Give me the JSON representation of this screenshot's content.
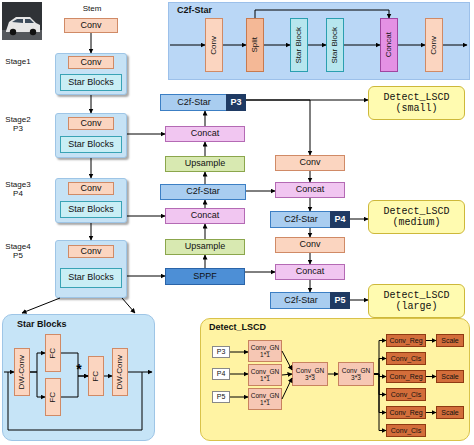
{
  "diagram": {
    "nodes": [
      {
        "text": [
          "Stem",
          "Conv"
        ]
      },
      {
        "text": [
          "Stage1"
        ]
      },
      {
        "text": [
          "Conv"
        ],
        "in": 1
      },
      {
        "text": [
          "Star Blocks"
        ],
        "in": 1
      },
      {
        "text": [
          "Stage2 P3"
        ]
      },
      {
        "text": [
          "Conv"
        ],
        "in": 4
      },
      {
        "text": [
          "Star Blocks"
        ],
        "in": 4
      },
      {
        "text": [
          "Stage3 P4"
        ]
      },
      {
        "text": [
          "Conv"
        ],
        "in": 7
      },
      {
        "text": [
          "Star Blocks"
        ],
        "in": 7
      },
      {
        "text": [
          "Stage4 P5"
        ]
      },
      {
        "text": [
          "Conv"
        ],
        "in": 10
      },
      {
        "text": [
          "Star Blocks"
        ],
        "in": 10
      },
      {
        "text": [
          "C2f-Star"
        ]
      },
      {
        "text": [
          "Conv"
        ],
        "in": 13
      },
      {
        "text": [
          "Split"
        ],
        "in": 13
      },
      {
        "text": [
          "Star Block"
        ],
        "in": 13
      },
      {
        "text": [
          "Star Block"
        ],
        "in": 13
      },
      {
        "text": [
          "Concat"
        ],
        "in": 13
      },
      {
        "text": [
          "Conv"
        ],
        "in": 13
      },
      {
        "text": [
          "C2f-Star"
        ]
      },
      {
        "text": [
          "P3"
        ],
        "in": 20
      },
      {
        "text": [
          "Concat"
        ]
      },
      {
        "text": [
          "Upsample"
        ]
      },
      {
        "text": [
          "C2f-Star"
        ]
      },
      {
        "text": [
          "Concat"
        ]
      },
      {
        "text": [
          "Upsample"
        ]
      },
      {
        "text": [
          "SPPF"
        ]
      },
      {
        "text": [
          "Conv"
        ]
      },
      {
        "text": [
          "Concat"
        ]
      },
      {
        "text": [
          "C2f-Star"
        ]
      },
      {
        "text": [
          "P4"
        ],
        "in": 30
      },
      {
        "text": [
          "Conv"
        ]
      },
      {
        "text": [
          "Concat"
        ]
      },
      {
        "text": [
          "C2f-Star"
        ]
      },
      {
        "text": [
          "P5"
        ],
        "in": 34
      },
      {
        "text": [
          "Detect_LSCD (small)"
        ]
      },
      {
        "text": [
          "Detect_LSCD (medium)"
        ]
      },
      {
        "text": [
          "Detect_LSCD (large)"
        ]
      },
      {
        "text": [
          "Star Blocks"
        ]
      },
      {
        "text": [
          "DW-Conv"
        ],
        "in": 39
      },
      {
        "text": [
          "FC"
        ],
        "in": 39
      },
      {
        "text": [
          "FC"
        ],
        "in": 39
      },
      {
        "text": [
          "FC"
        ],
        "in": 39
      },
      {
        "text": [
          "DW-Conv"
        ],
        "in": 39
      },
      {
        "text": [
          "Detect_LSCD"
        ]
      },
      {
        "text": [
          "P3"
        ],
        "in": 45
      },
      {
        "text": [
          "P4"
        ],
        "in": 45
      },
      {
        "text": [
          "P5"
        ],
        "in": 45
      },
      {
        "text": [
          "Conv_GN 1*1"
        ],
        "in": 45
      },
      {
        "text": [
          "Conv_GN 1*1"
        ],
        "in": 45
      },
      {
        "text": [
          "Conv_GN 1*1"
        ],
        "in": 45
      },
      {
        "text": [
          "Conv_GN 3*3"
        ],
        "in": 45
      },
      {
        "text": [
          "Conv_GN 3*3"
        ],
        "in": 45
      },
      {
        "text": [
          "Conv_Reg"
        ],
        "in": 45
      },
      {
        "text": [
          "Scale"
        ],
        "in": 45
      },
      {
        "text": [
          "Conv_Cls"
        ],
        "in": 45
      },
      {
        "text": [
          "Conv_Reg"
        ],
        "in": 45
      },
      {
        "text": [
          "Scale"
        ],
        "in": 45
      },
      {
        "text": [
          "Conv_Cls"
        ],
        "in": 45
      },
      {
        "text": [
          "Conv_Reg"
        ],
        "in": 45
      },
      {
        "text": [
          "Scale"
        ],
        "in": 45
      },
      {
        "text": [
          "Conv_Cls"
        ],
        "in": 45
      }
    ],
    "edges": [
      {
        "from": 0,
        "to": 1,
        "arrow": "to"
      },
      {
        "from": 1,
        "to": 4,
        "arrow": "to"
      },
      {
        "from": 4,
        "to": 7,
        "arrow": "to"
      },
      {
        "from": 7,
        "to": 10,
        "arrow": "to"
      },
      {
        "from": 4,
        "to": 22,
        "arrow": "to"
      },
      {
        "from": 7,
        "to": 25,
        "arrow": "to"
      },
      {
        "from": 10,
        "to": 27,
        "arrow": "to"
      },
      {
        "from": 27,
        "to": 26,
        "arrow": "to"
      },
      {
        "from": 26,
        "to": 25,
        "arrow": "to"
      },
      {
        "from": 25,
        "to": 24,
        "arrow": "to"
      },
      {
        "from": 24,
        "to": 23,
        "arrow": "to"
      },
      {
        "from": 23,
        "to": 22,
        "arrow": "to"
      },
      {
        "from": 22,
        "to": 20,
        "arrow": "to"
      },
      {
        "from": 20,
        "to": 36,
        "arrow": "to"
      },
      {
        "from": 20,
        "to": 28,
        "arrow": "to"
      },
      {
        "from": 24,
        "to": 29,
        "arrow": "to"
      },
      {
        "from": 28,
        "to": 29,
        "arrow": "to"
      },
      {
        "from": 29,
        "to": 30,
        "arrow": "to"
      },
      {
        "from": 30,
        "to": 37,
        "arrow": "to"
      },
      {
        "from": 30,
        "to": 32,
        "arrow": "to"
      },
      {
        "from": 32,
        "to": 33,
        "arrow": "to"
      },
      {
        "from": 27,
        "to": 33,
        "arrow": "to"
      },
      {
        "from": 33,
        "to": 34,
        "arrow": "to"
      },
      {
        "from": 34,
        "to": 38,
        "arrow": "to"
      },
      {
        "from": 14,
        "to": 15,
        "arrow": "to"
      },
      {
        "from": 15,
        "to": 16,
        "arrow": "to"
      },
      {
        "from": 16,
        "to": 17,
        "arrow": "to"
      },
      {
        "from": 17,
        "to": 18,
        "arrow": "to"
      },
      {
        "from": 18,
        "to": 19,
        "arrow": "to"
      },
      {
        "from": 15,
        "to": 18,
        "arrow": "to"
      },
      {
        "from": 40,
        "to": 41,
        "arrow": "to"
      },
      {
        "from": 40,
        "to": 42,
        "arrow": "to"
      },
      {
        "from": 41,
        "to": 43,
        "arrow": "to"
      },
      {
        "from": 42,
        "to": 43,
        "arrow": "to"
      },
      {
        "from": 43,
        "to": 44,
        "arrow": "to"
      },
      {
        "from": 46,
        "to": 49,
        "arrow": "to"
      },
      {
        "from": 47,
        "to": 50,
        "arrow": "to"
      },
      {
        "from": 48,
        "to": 51,
        "arrow": "to"
      },
      {
        "from": 49,
        "to": 52,
        "arrow": "to"
      },
      {
        "from": 50,
        "to": 52,
        "arrow": "to"
      },
      {
        "from": 51,
        "to": 52,
        "arrow": "to"
      },
      {
        "from": 52,
        "to": 53,
        "arrow": "to"
      },
      {
        "from": 53,
        "to": 54,
        "arrow": "to"
      },
      {
        "from": 53,
        "to": 56,
        "arrow": "to"
      },
      {
        "from": 53,
        "to": 57,
        "arrow": "to"
      },
      {
        "from": 53,
        "to": 59,
        "arrow": "to"
      },
      {
        "from": 53,
        "to": 60,
        "arrow": "to"
      },
      {
        "from": 53,
        "to": 62,
        "arrow": "to"
      },
      {
        "from": 54,
        "to": 55,
        "arrow": "to"
      },
      {
        "from": 57,
        "to": 58,
        "arrow": "to"
      },
      {
        "from": 60,
        "to": 61,
        "arrow": "to"
      }
    ],
    "labels": [
      "*"
    ]
  }
}
